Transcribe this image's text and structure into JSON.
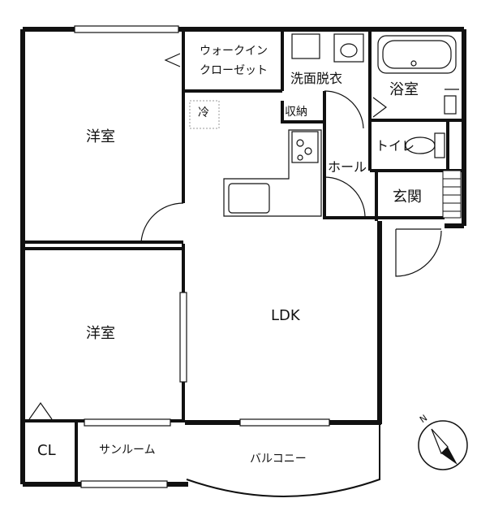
{
  "rooms": {
    "western_room_upper": "洋室",
    "western_room_lower": "洋室",
    "walk_in_closet_line1": "ウォークイン",
    "walk_in_closet_line2": "クローゼット",
    "fridge": "冷",
    "washroom": "洗面脱衣",
    "bathroom": "浴室",
    "storage": "収納",
    "toilet": "トイレ",
    "hall": "ホール",
    "entrance": "玄関",
    "ldk": "LDK",
    "closet": "CL",
    "sunroom": "サンルーム",
    "balcony": "バルコニー"
  },
  "compass": {
    "north_label": "N"
  },
  "colors": {
    "wall": "#111111",
    "background": "#ffffff",
    "fridge_border": "#999999"
  }
}
